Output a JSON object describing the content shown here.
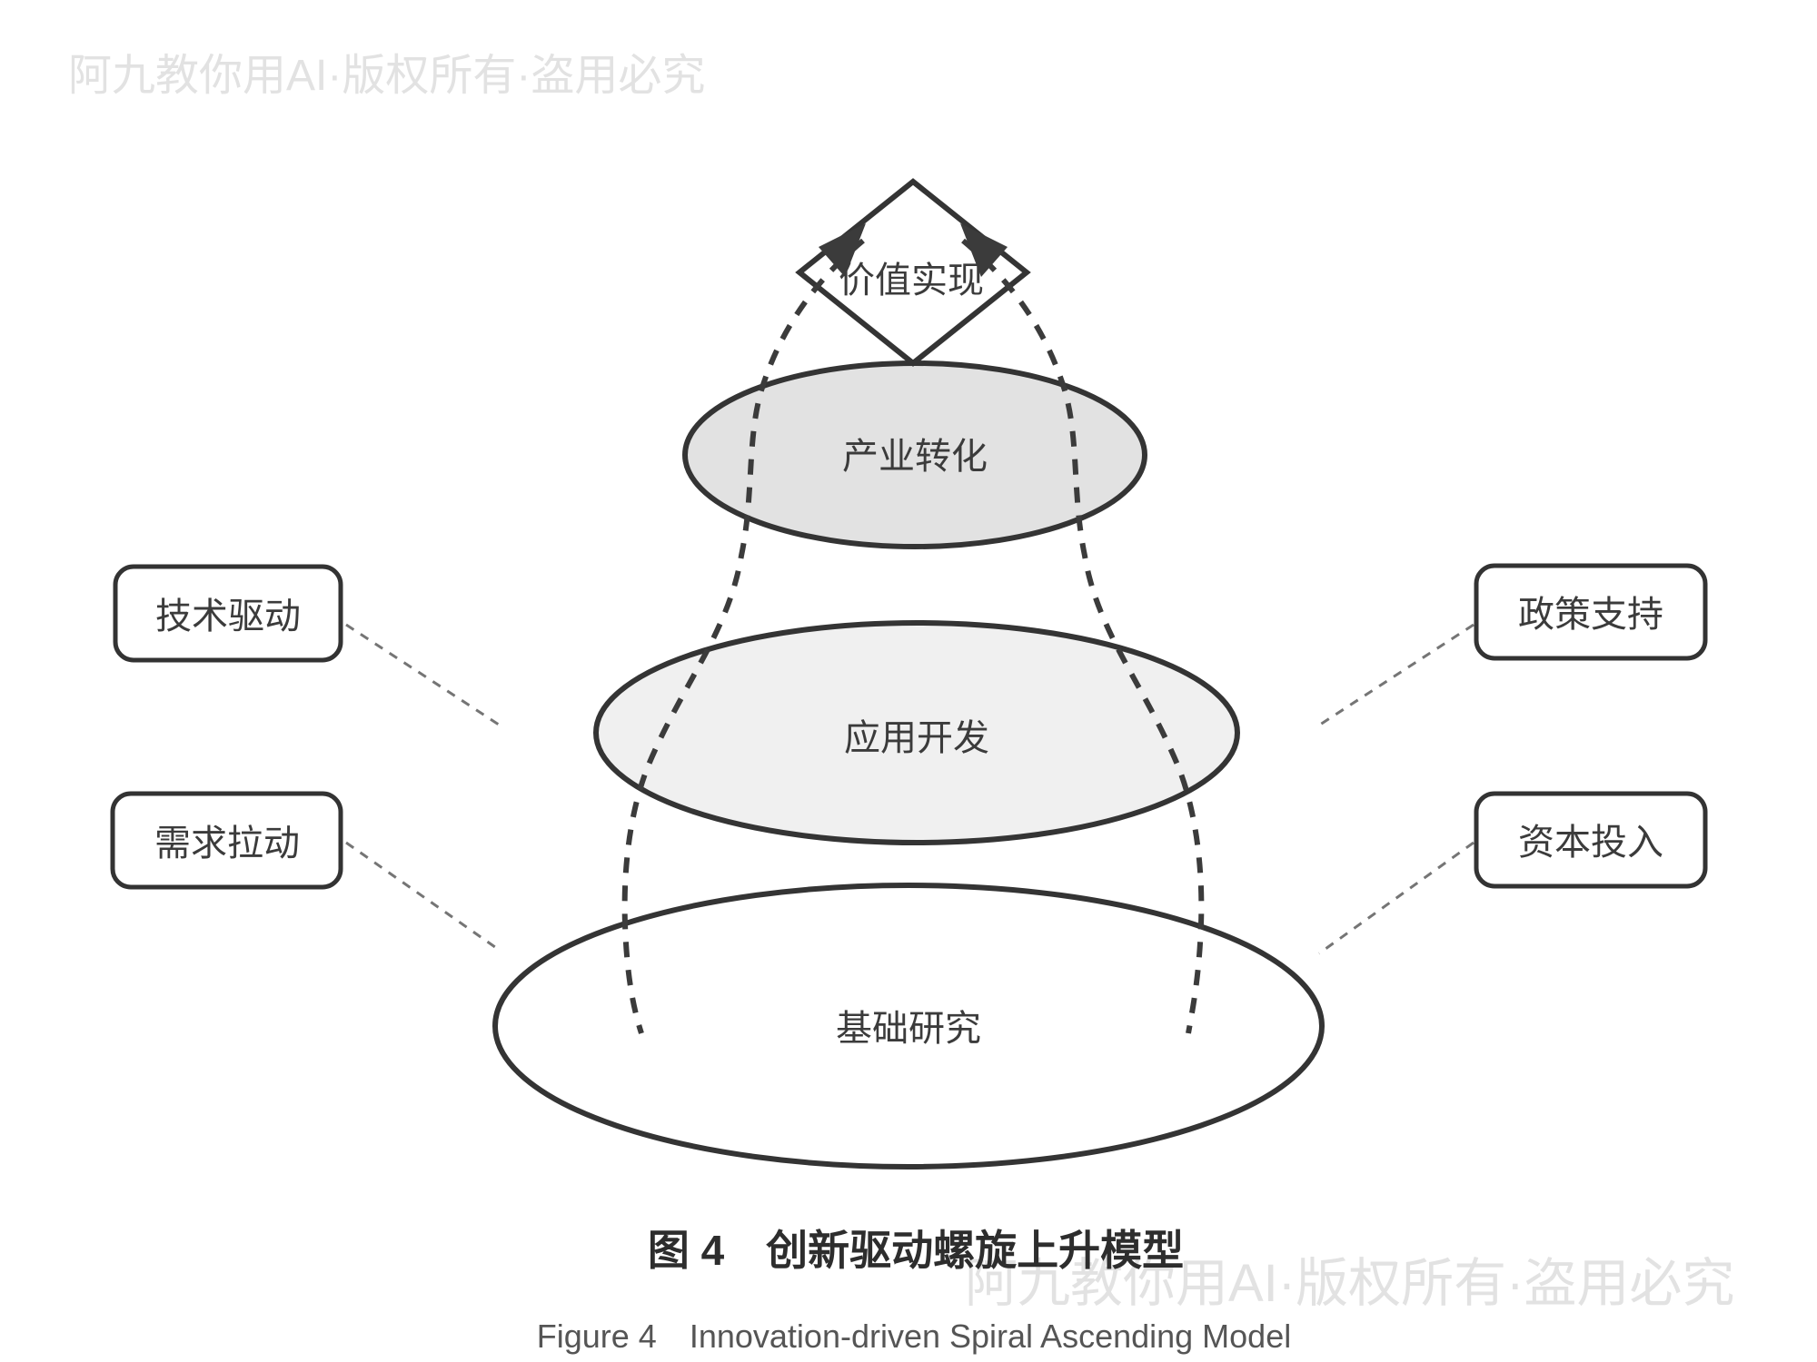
{
  "watermark": {
    "text": "阿九教你用AI·版权所有·盗用必究"
  },
  "diagram": {
    "apex": {
      "label": "价值实现"
    },
    "levels": [
      {
        "label": "产业转化",
        "fill": "#e2e2e2"
      },
      {
        "label": "应用开发",
        "fill": "#f0f0f0"
      },
      {
        "label": "基础研究",
        "fill": "#ffffff"
      }
    ],
    "factors": {
      "left": [
        {
          "label": "技术驱动"
        },
        {
          "label": "需求拉动"
        }
      ],
      "right": [
        {
          "label": "政策支持"
        },
        {
          "label": "资本投入"
        }
      ]
    }
  },
  "caption": {
    "zh": "图 4　创新驱动螺旋上升模型",
    "en": "Figure 4　Innovation-driven Spiral Ascending Model"
  },
  "colors": {
    "outline": "#343434",
    "spiral_dash": "#3b3b3b",
    "connector_dash": "#757575",
    "caption_zh": "#2d2d2d",
    "caption_en": "#555555",
    "watermark": "#e2e2e2",
    "background": "#ffffff"
  }
}
